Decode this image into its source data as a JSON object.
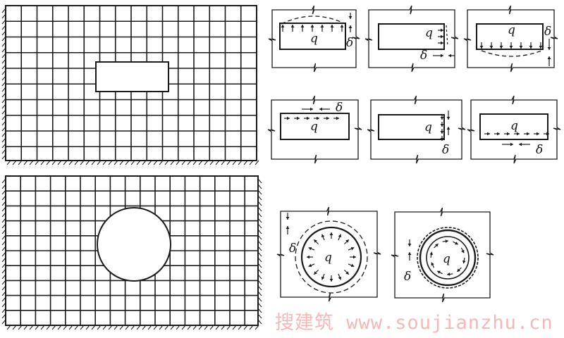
{
  "labels": {
    "load": "q",
    "displacement": "δ"
  },
  "watermark": "搜建筑 www.soujianzhu.cn",
  "colors": {
    "line": "#1a1a1a",
    "watermark": "#f4b8b8"
  },
  "panels": {
    "rect_cases": [
      "top-edge-normal",
      "right-edge-normal",
      "bottom-edge-normal",
      "top-edge-shear",
      "right-edge-shear",
      "bottom-edge-shear"
    ],
    "circle_cases": [
      "radial-pressure",
      "tangential-shear"
    ]
  }
}
